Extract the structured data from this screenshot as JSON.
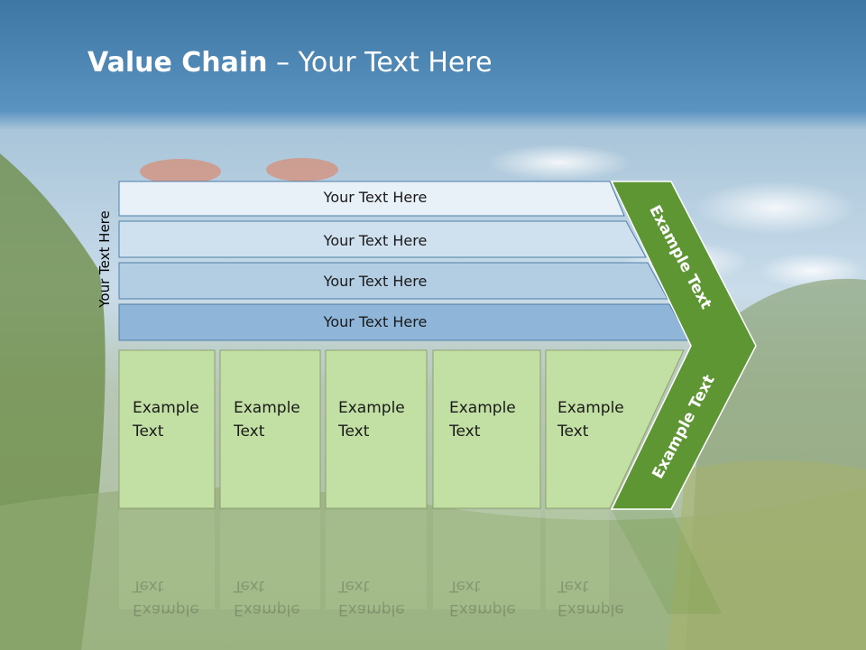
{
  "title": {
    "bold": "Value Chain",
    "rest": " – Your Text Here"
  },
  "side_label": "Your Text Here",
  "bars": [
    {
      "label": "Your Text Here",
      "color": "#e8f0f8"
    },
    {
      "label": "Your Text Here",
      "color": "#cfe0ee"
    },
    {
      "label": "Your Text Here",
      "color": "#b3cde3"
    },
    {
      "label": "Your Text Here",
      "color": "#8fb6d9"
    }
  ],
  "boxes": [
    {
      "line1": "Example",
      "line2": "Text"
    },
    {
      "line1": "Example",
      "line2": "Text"
    },
    {
      "line1": "Example",
      "line2": "Text"
    },
    {
      "line1": "Example",
      "line2": "Text"
    },
    {
      "line1": "Example",
      "line2": "Text"
    }
  ],
  "chevron": {
    "upper_label": "Example Text",
    "lower_label": "Example Text"
  },
  "colors": {
    "header": "#4a86b4",
    "box_fill": "#c3e0a4",
    "chevron_green": "#5e9634",
    "sky": "#9cc0dc",
    "foliage": "#7e9a5a"
  }
}
